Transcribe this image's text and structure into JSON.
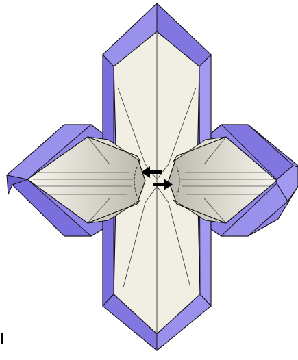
{
  "figure": {
    "edge_glyph": "I"
  },
  "colors": {
    "outline": "#111111",
    "paper_white": "#f1eee4",
    "paper_white_light": "#f7f5ee",
    "paper_shade_mid": "#d9d6cc",
    "paper_shade_dark": "#c3c0b6",
    "lavender": "#8f85e6",
    "lavender_dark": "#6d61d2",
    "lavender_light": "#aaa2f0",
    "arrow": "#000000"
  },
  "arrows": [
    {
      "name": "push-left-arrow",
      "direction": "left"
    },
    {
      "name": "push-right-arrow",
      "direction": "right"
    }
  ]
}
